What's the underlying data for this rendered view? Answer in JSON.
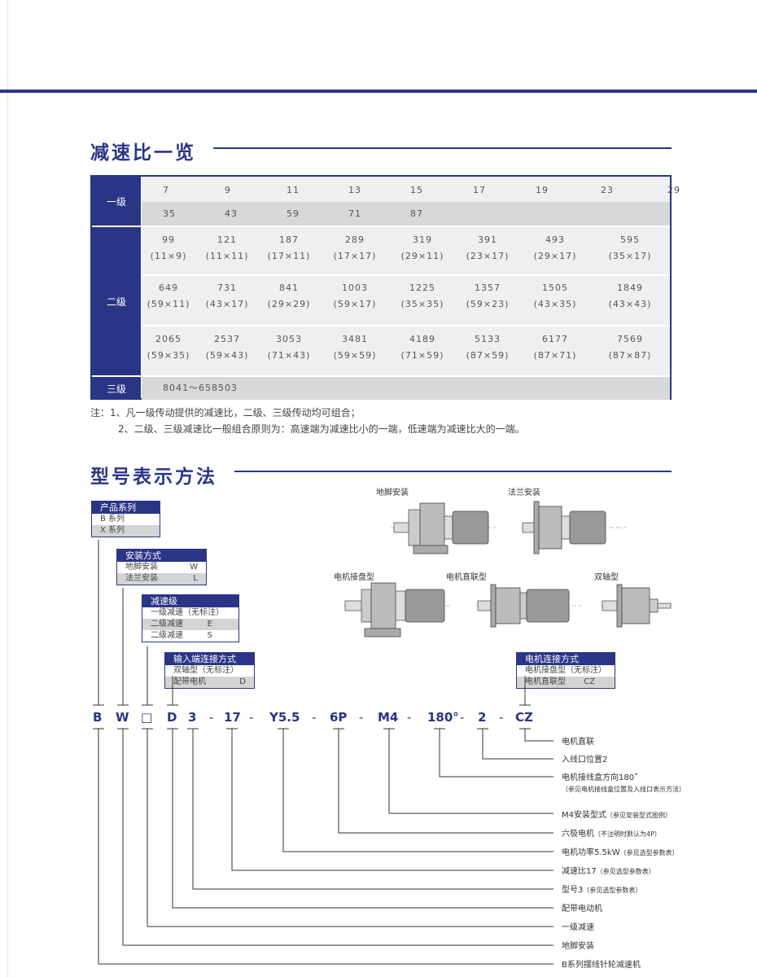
{
  "ratio_section": {
    "title": "减速比一览",
    "rows": {
      "single": {
        "label": "一级",
        "line1": [
          "7",
          "9",
          "11",
          "13",
          "15",
          "17",
          "19",
          "23",
          "29"
        ],
        "line2": [
          "35",
          "43",
          "59",
          "71",
          "87"
        ]
      },
      "double": {
        "label": "二级",
        "cells": [
          [
            "99",
            "(11×9)"
          ],
          [
            "121",
            "(11×11)"
          ],
          [
            "187",
            "(17×11)"
          ],
          [
            "289",
            "(17×17)"
          ],
          [
            "319",
            "(29×11)"
          ],
          [
            "391",
            "(23×17)"
          ],
          [
            "493",
            "(29×17)"
          ],
          [
            "595",
            "(35×17)"
          ],
          [
            "649",
            "(59×11)"
          ],
          [
            "731",
            "(43×17)"
          ],
          [
            "841",
            "(29×29)"
          ],
          [
            "1003",
            "(59×17)"
          ],
          [
            "1225",
            "(35×35)"
          ],
          [
            "1357",
            "(59×23)"
          ],
          [
            "1505",
            "(43×35)"
          ],
          [
            "1849",
            "(43×43)"
          ],
          [
            "2065",
            "(59×35)"
          ],
          [
            "2537",
            "(59×43)"
          ],
          [
            "3053",
            "(71×43)"
          ],
          [
            "3481",
            "(59×59)"
          ],
          [
            "4189",
            "(71×59)"
          ],
          [
            "5133",
            "(87×59)"
          ],
          [
            "6177",
            "(87×71)"
          ],
          [
            "7569",
            "(87×87)"
          ]
        ]
      },
      "triple": {
        "label": "三级",
        "value": "8041～658503"
      }
    },
    "notes": [
      "注：1、凡一级传动提供的减速比，二级、三级传动均可组合；",
      "2、二级、三级减速比一般组合原则为：高速端为减速比小的一端，低速端为减速比大的一端。"
    ]
  },
  "model_section": {
    "title": "型号表示方法",
    "images": {
      "foot_mount": "地脚安装",
      "flange_mount": "法兰安装",
      "motor_plate": "电机接盘型",
      "motor_direct": "电机直联型",
      "double_shaft": "双轴型"
    },
    "boxes": {
      "series": {
        "title": "产品系列",
        "items": [
          [
            "B 系列",
            ""
          ],
          [
            "X 系列",
            ""
          ]
        ]
      },
      "mount": {
        "title": "安装方式",
        "items": [
          [
            "地脚安装",
            "W"
          ],
          [
            "法兰安装",
            "L"
          ]
        ]
      },
      "stage": {
        "title": "减速级",
        "items": [
          [
            "一级减速（无标注）",
            ""
          ],
          [
            "二级减速",
            "E"
          ],
          [
            "二级减速",
            "S"
          ]
        ]
      },
      "input": {
        "title": "输入端连接方式",
        "items": [
          [
            "双轴型（无标注）",
            ""
          ],
          [
            "配带电机",
            "D"
          ]
        ]
      },
      "motor_conn": {
        "title": "电机连接方式",
        "items": [
          [
            "电机接盘型（无标注）",
            ""
          ],
          [
            "电机直联型",
            "CZ"
          ]
        ]
      }
    },
    "code": [
      "B",
      "W",
      "□",
      "D",
      "3",
      "17",
      "Y5.5",
      "6P",
      "M4",
      "180°",
      "2",
      "CZ"
    ],
    "dash": "-",
    "descriptions": {
      "cz": "电机直联",
      "two": "入线口位置2",
      "angle": "电机接线盒方向180˚",
      "angle_note": "（参见电机接线盒位置及入线口表示方法）",
      "m4": "M4安装型式",
      "m4_note": "（参见安装型式图例）",
      "six": "六极电机",
      "six_note": "（不注明时默认为4P）",
      "power": "电机功率5.5kW",
      "power_note": "（参见选型参数表）",
      "ratio": "减速比17",
      "ratio_note": "（参见选型参数表）",
      "type": "型号3",
      "type_note": "（参见选型参数表）",
      "motor": "配带电动机",
      "stage1": "一级减速",
      "foot": "地脚安装",
      "series": "B系列摆线针轮减速机"
    }
  }
}
